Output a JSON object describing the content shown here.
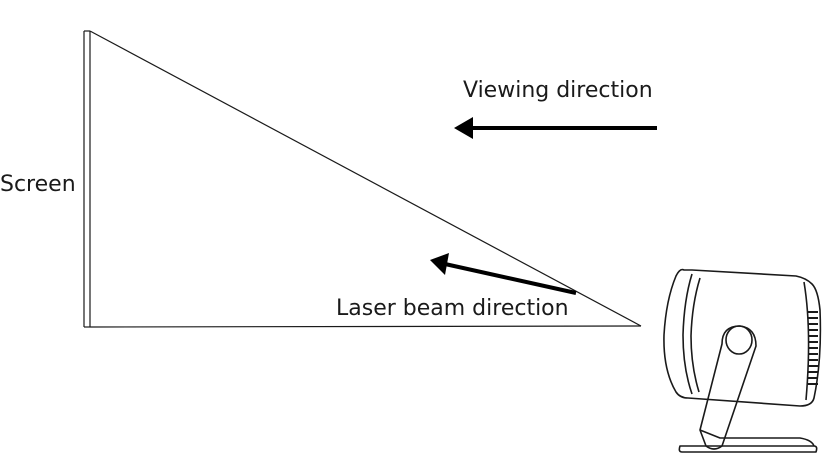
{
  "labels": {
    "screen": "Screen",
    "viewing_direction": "Viewing direction",
    "laser_beam_direction": "Laser beam direction"
  },
  "colors": {
    "stroke": "#1a1a1a",
    "background": "#ffffff"
  }
}
